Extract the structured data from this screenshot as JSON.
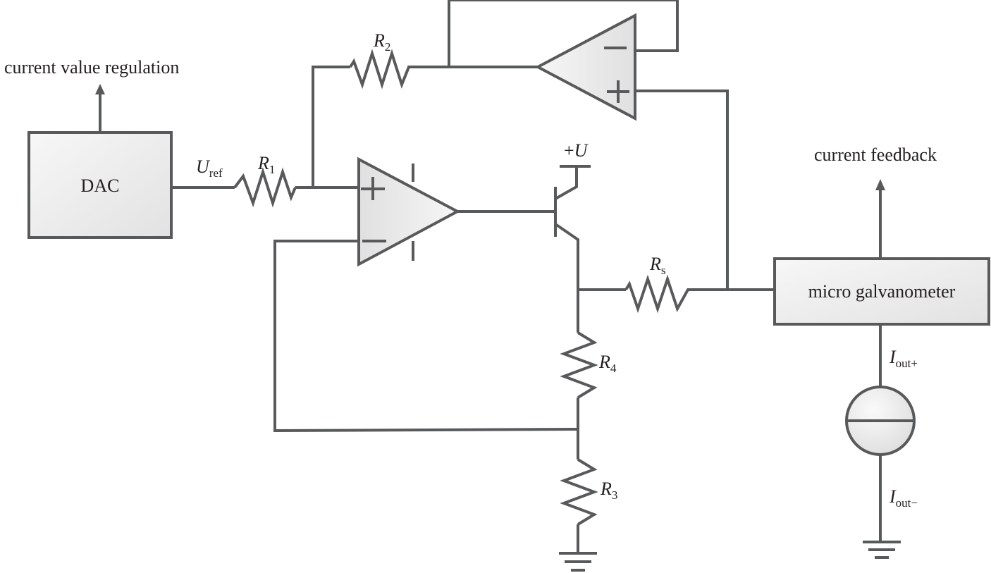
{
  "colors": {
    "line": "#58595b",
    "fill_light": "#f4f4f4",
    "fill_dark": "#e0e0e0",
    "text": "#231f20"
  },
  "blocks": {
    "dac": "DAC",
    "galvanometer": "micro galvanometer"
  },
  "annotations": {
    "regulation": "current value regulation",
    "feedback": "current feedback"
  },
  "labels": {
    "uref": {
      "main": "U",
      "sub": "ref"
    },
    "r1": {
      "main": "R",
      "sub": "1"
    },
    "r2": {
      "main": "R",
      "sub": "2"
    },
    "r3": {
      "main": "R",
      "sub": "3"
    },
    "r4": {
      "main": "R",
      "sub": "4"
    },
    "rs": {
      "main": "R",
      "sub": "s"
    },
    "vcc": {
      "prefix": "+",
      "main": "U"
    },
    "iout_plus": {
      "main": "I",
      "sub": "out+"
    },
    "iout_minus": {
      "main": "I",
      "sub": "out−"
    }
  },
  "symbols": {
    "plus": "+",
    "minus": "−"
  }
}
